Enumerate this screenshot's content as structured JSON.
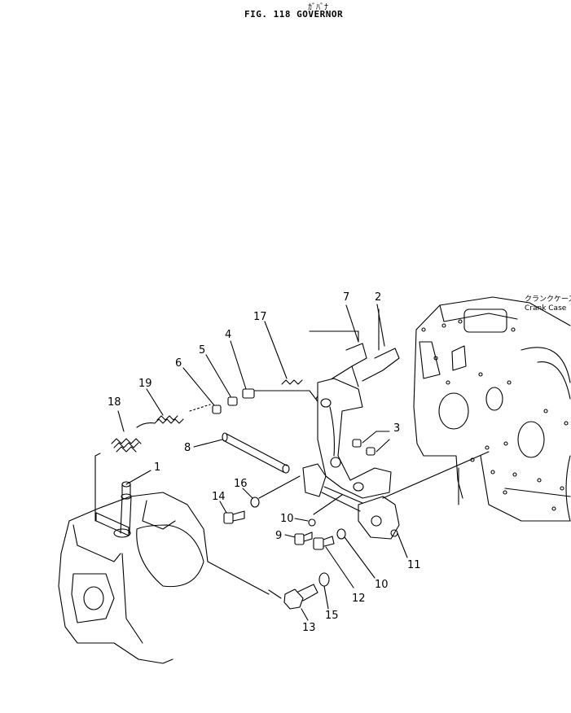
{
  "header": {
    "kana": "ｶﾞﾊﾞﾅ",
    "figure_label": "FIG. 118  GOVERNOR"
  },
  "crank_case": {
    "japanese": "クランクケース",
    "english": "Crank Case"
  },
  "callouts": [
    "1",
    "2",
    "3",
    "4",
    "5",
    "6",
    "7",
    "8",
    "9",
    "10",
    "10",
    "11",
    "12",
    "13",
    "14",
    "15",
    "16",
    "17",
    "18",
    "19"
  ]
}
